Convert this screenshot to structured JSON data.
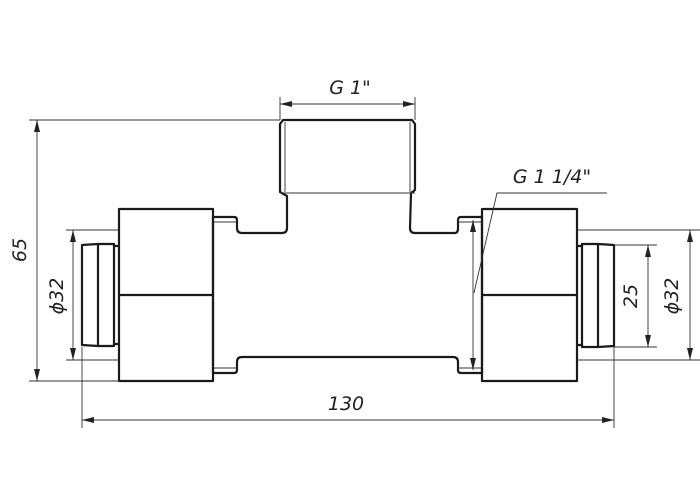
{
  "drawing": {
    "title": "Tee fitting technical drawing",
    "dimensions": {
      "top_thread": "G 1\"",
      "side_thread": "G 1 1/4\"",
      "height": "65",
      "length": "130",
      "left_diameter": "ϕ32",
      "right_diameter": "ϕ32",
      "inner_pipe": "25"
    }
  }
}
